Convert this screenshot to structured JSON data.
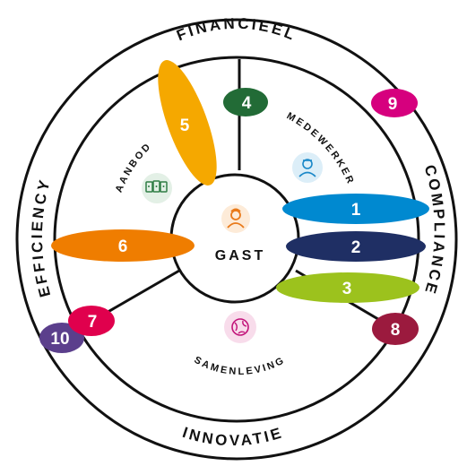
{
  "center": {
    "label": "GAST",
    "icon": "person-icon"
  },
  "outer_ring": {
    "top": "FINANCIEEL",
    "right": "COMPLIANCE",
    "bottom": "INNOVATIE",
    "left": "EFFICIENCY"
  },
  "inner_segments": [
    {
      "label": "AANBOD",
      "icon": "cards-icon"
    },
    {
      "label": "MEDEWERKER",
      "icon": "employee-icon"
    },
    {
      "label": "SAMENLEVING",
      "icon": "globe-icon"
    }
  ],
  "markers": [
    {
      "number": "1",
      "color": "#0089D0"
    },
    {
      "number": "2",
      "color": "#1F2F64"
    },
    {
      "number": "3",
      "color": "#9CC21D"
    },
    {
      "number": "4",
      "color": "#226B36"
    },
    {
      "number": "5",
      "color": "#F5A800"
    },
    {
      "number": "6",
      "color": "#EF7D00"
    },
    {
      "number": "7",
      "color": "#E0004D"
    },
    {
      "number": "8",
      "color": "#9B1A3E"
    },
    {
      "number": "9",
      "color": "#D6007E"
    },
    {
      "number": "10",
      "color": "#5B3F8C"
    }
  ]
}
